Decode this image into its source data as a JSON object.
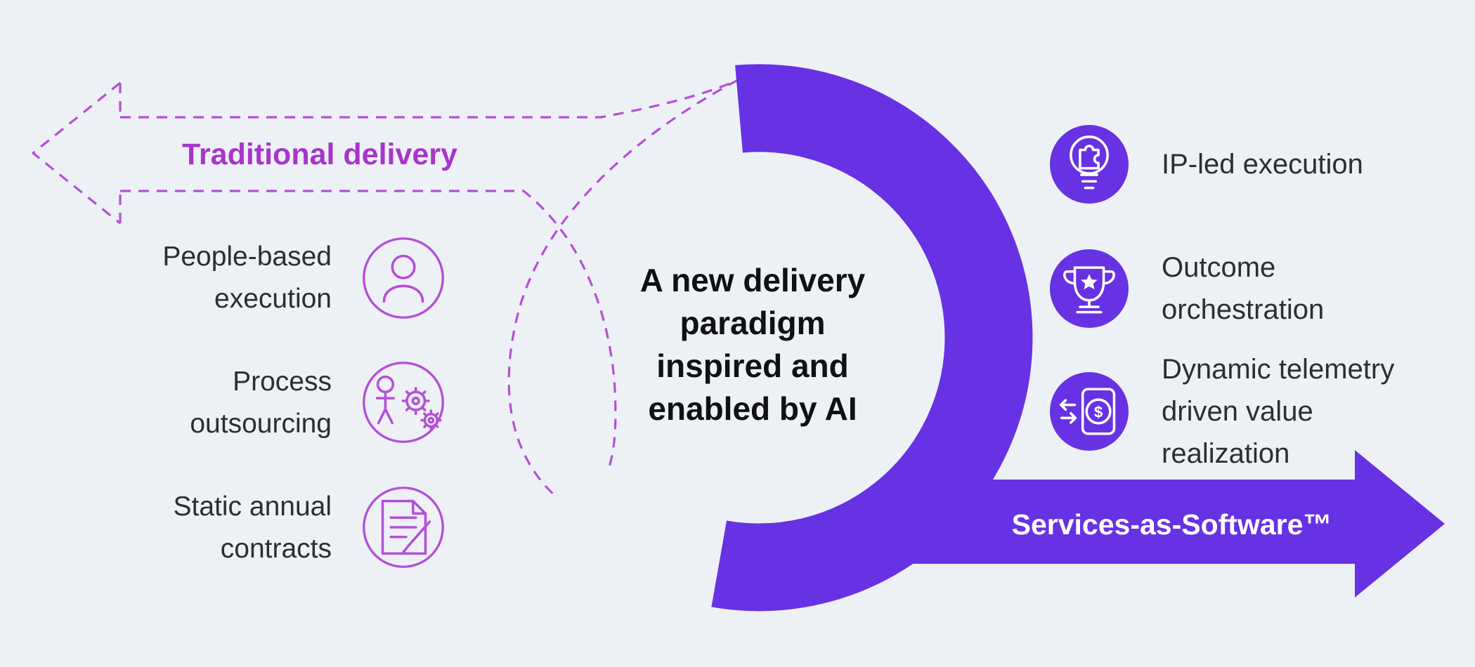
{
  "colors": {
    "background": "#edf1f5",
    "magenta": "#a735cb",
    "magenta_light": "#b44fd6",
    "purple": "#6732e3",
    "dark": "#2e2e2e",
    "black": "#111111",
    "white": "#ffffff"
  },
  "traditional": {
    "title": "Traditional delivery",
    "items": [
      {
        "label": "People-based\nexecution",
        "icon": "person-icon"
      },
      {
        "label": "Process\noutsourcing",
        "icon": "process-outsourcing-icon"
      },
      {
        "label": "Static annual\ncontracts",
        "icon": "contract-icon"
      }
    ]
  },
  "center": {
    "headline": "A new delivery\nparadigm\ninspired and\nenabled by AI"
  },
  "services": {
    "arrow_label": "Services-as-Software™",
    "items": [
      {
        "label": "IP-led execution",
        "icon": "bulb-puzzle-icon"
      },
      {
        "label": "Outcome\norchestration",
        "icon": "trophy-icon"
      },
      {
        "label": "Dynamic telemetry\ndriven value\nrealization",
        "icon": "telemetry-icon"
      }
    ]
  },
  "icons": {
    "dollar": "$"
  }
}
